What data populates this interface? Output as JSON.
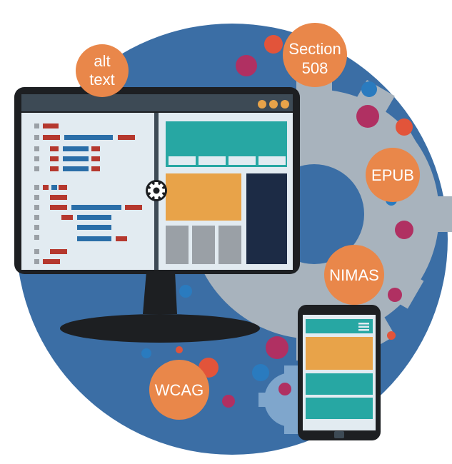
{
  "labels": {
    "alt_text_line1": "alt",
    "alt_text_line2": "text",
    "section508_line1": "Section",
    "section508_line2": "508",
    "epub": "EPUB",
    "nimas": "NIMAS",
    "wcag": "WCAG"
  },
  "icons": {
    "center_gear": "gear-icon",
    "hamburger": "menu-icon"
  },
  "colors": {
    "circle_bg": "#3b6ea5",
    "gear": "#a8b3bd",
    "bubble": "#e9874a",
    "teal": "#27a7a3",
    "orange_block": "#e8a349",
    "navy": "#1c2b45",
    "gray_block": "#9aa0a6",
    "code_red": "#b5382e",
    "code_blue": "#2a6ea8",
    "dot_magenta": "#b03062",
    "dot_red": "#e2543a",
    "dot_blue": "#2a7bbf",
    "monitor_frame": "#1d1f22"
  }
}
